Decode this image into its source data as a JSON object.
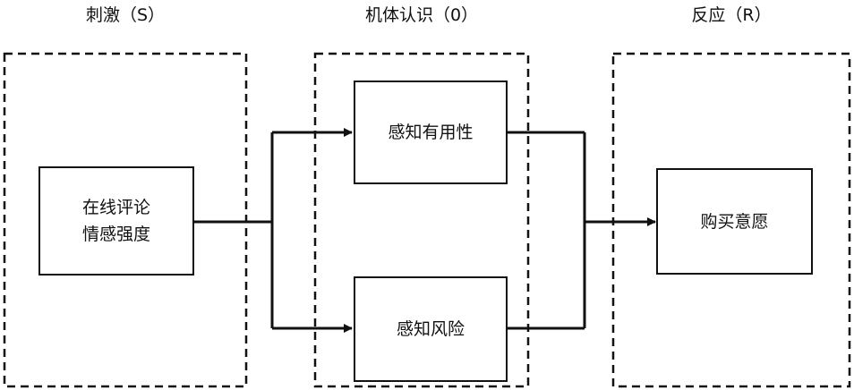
{
  "stages": [
    {
      "id": "stimulus",
      "title": "刺激（S）"
    },
    {
      "id": "organism",
      "title": "机体认识（0）"
    },
    {
      "id": "response",
      "title": "反应（R）"
    }
  ],
  "nodes": {
    "review": "在线评论\n情感强度",
    "usefulness": "感知有用性",
    "risk": "感知风险",
    "intention": "购买意愿"
  },
  "colors": {
    "stroke": "#111111",
    "background": "#ffffff"
  }
}
